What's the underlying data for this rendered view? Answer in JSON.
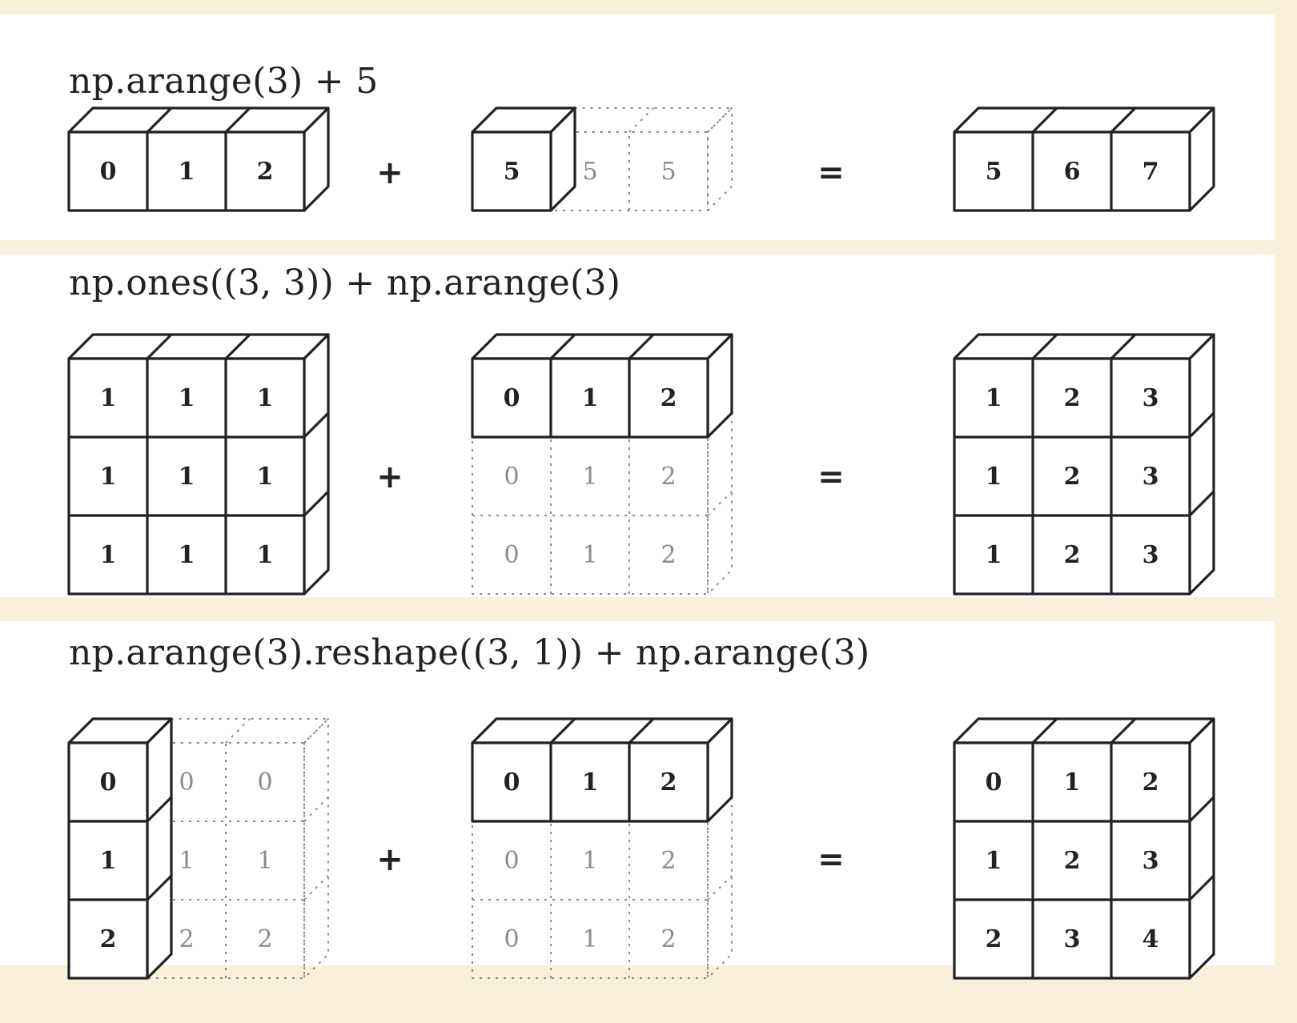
{
  "colors": {
    "background": "#f8f0db",
    "panel": "#ffffff",
    "line": "#222222",
    "ghost": "#8a8a8a"
  },
  "operators": {
    "plus": "+",
    "equals": "="
  },
  "rows": [
    {
      "title": "np.arange(3) + 5",
      "left": {
        "values": [
          [
            "0",
            "1",
            "2"
          ]
        ]
      },
      "right": {
        "values": [
          [
            "5"
          ]
        ],
        "broadcast": [
          [
            "5",
            "5",
            "5"
          ]
        ]
      },
      "result": {
        "values": [
          [
            "5",
            "6",
            "7"
          ]
        ]
      }
    },
    {
      "title": "np.ones((3, 3)) + np.arange(3)",
      "left": {
        "values": [
          [
            "1",
            "1",
            "1"
          ],
          [
            "1",
            "1",
            "1"
          ],
          [
            "1",
            "1",
            "1"
          ]
        ]
      },
      "right": {
        "values": [
          [
            "0",
            "1",
            "2"
          ]
        ],
        "broadcast": [
          [
            "0",
            "1",
            "2"
          ],
          [
            "0",
            "1",
            "2"
          ],
          [
            "0",
            "1",
            "2"
          ]
        ]
      },
      "result": {
        "values": [
          [
            "1",
            "2",
            "3"
          ],
          [
            "1",
            "2",
            "3"
          ],
          [
            "1",
            "2",
            "3"
          ]
        ]
      }
    },
    {
      "title": "np.arange(3).reshape((3, 1)) + np.arange(3)",
      "left": {
        "values": [
          [
            "0"
          ],
          [
            "1"
          ],
          [
            "2"
          ]
        ],
        "broadcast": [
          [
            "0",
            "0",
            "0"
          ],
          [
            "1",
            "1",
            "1"
          ],
          [
            "2",
            "2",
            "2"
          ]
        ]
      },
      "right": {
        "values": [
          [
            "0",
            "1",
            "2"
          ]
        ],
        "broadcast": [
          [
            "0",
            "1",
            "2"
          ],
          [
            "0",
            "1",
            "2"
          ],
          [
            "0",
            "1",
            "2"
          ]
        ]
      },
      "result": {
        "values": [
          [
            "0",
            "1",
            "2"
          ],
          [
            "1",
            "2",
            "3"
          ],
          [
            "2",
            "3",
            "4"
          ]
        ]
      }
    }
  ]
}
